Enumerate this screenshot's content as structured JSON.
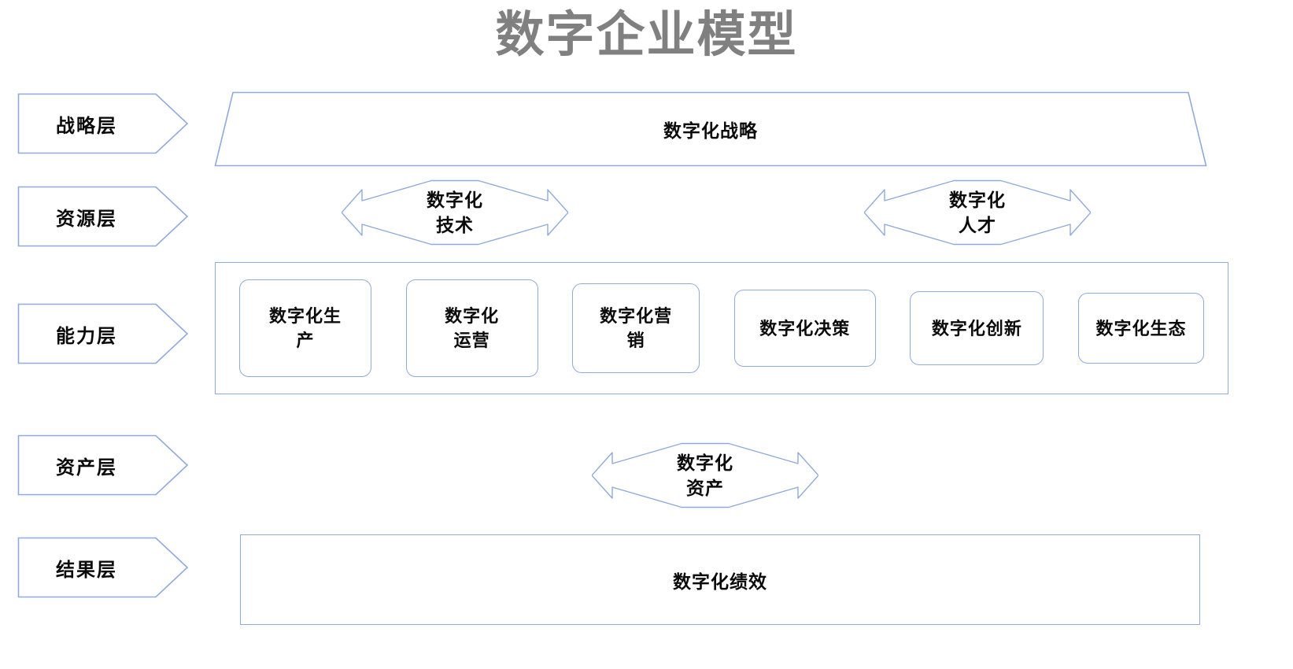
{
  "title": "数字企业模型",
  "theme": {
    "outline": "#8faadc",
    "title_color": "#808080",
    "text_color": "#0b0b0b",
    "background": "#ffffff"
  },
  "layers": [
    {
      "name": "strategy",
      "label": "战略层"
    },
    {
      "name": "resource",
      "label": "资源层"
    },
    {
      "name": "capability",
      "label": "能力层"
    },
    {
      "name": "asset",
      "label": "资产层"
    },
    {
      "name": "result",
      "label": "结果层"
    }
  ],
  "strategy": {
    "shape": "trapezoid",
    "text": "数字化战略"
  },
  "resource": {
    "shape": "double-headed-arrow",
    "items": [
      {
        "name": "digital-technology",
        "text": "数字化\n技术",
        "line1": "数字化",
        "line2": "技术"
      },
      {
        "name": "digital-talent",
        "text": "数字化\n人才",
        "line1": "数字化",
        "line2": "人才"
      }
    ]
  },
  "capability": {
    "shape": "rounded-rectangle",
    "boxes": [
      {
        "name": "digital-production",
        "text": "数字化生产",
        "line1": "数字化生",
        "line2": "产",
        "width": 168,
        "height": 124
      },
      {
        "name": "digital-operation",
        "text": "数字化运营",
        "line1": "数字化",
        "line2": "运营",
        "width": 168,
        "height": 124
      },
      {
        "name": "digital-marketing",
        "text": "数字化营销",
        "line1": "数字化营",
        "line2": "销",
        "width": 162,
        "height": 114
      },
      {
        "name": "digital-decision",
        "text": "数字化决策",
        "line1": "数字化决策",
        "line2": "",
        "width": 180,
        "height": 98
      },
      {
        "name": "digital-innovation",
        "text": "数字化创新",
        "line1": "数字化创新",
        "line2": "",
        "width": 170,
        "height": 94
      },
      {
        "name": "digital-ecosystem",
        "text": "数字化生态",
        "line1": "数字化生态",
        "line2": "",
        "width": 160,
        "height": 90
      }
    ]
  },
  "asset": {
    "shape": "double-headed-arrow",
    "items": [
      {
        "name": "digital-asset",
        "text": "数字化\n资产",
        "line1": "数字化",
        "line2": "资产"
      }
    ]
  },
  "result": {
    "shape": "rectangle",
    "text": "数字化绩效"
  }
}
